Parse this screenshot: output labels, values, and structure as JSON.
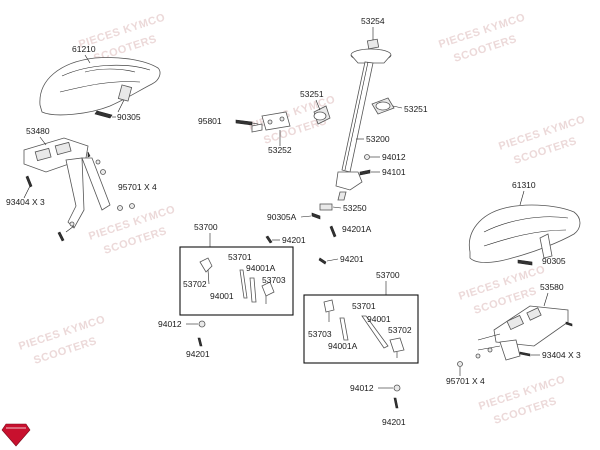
{
  "watermark": {
    "line1": "PIECES KYMCO",
    "line2": "SCOOTERS"
  },
  "labels": {
    "p61210": "61210",
    "p90305_left": "90305",
    "p53480": "53480",
    "p93404_left": "93404 X 3",
    "p95701_left": "95701 X 4",
    "p95801": "95801",
    "p53252": "53252",
    "p53254": "53254",
    "p53251_left": "53251",
    "p53251_right": "53251",
    "p53200": "53200",
    "p94012_top": "94012",
    "p94101": "94101",
    "p90305A": "90305A",
    "p53250": "53250",
    "p94201A": "94201A",
    "p94201_a": "94201",
    "p61310": "61310",
    "p90305_right": "90305",
    "p53580": "53580",
    "p93404_right": "93404 X 3",
    "p95701_right": "95701 X 4",
    "box_left_title": "53700",
    "box_left_53701": "53701",
    "box_left_94001A": "94001A",
    "box_left_53702": "53702",
    "box_left_53703": "53703",
    "box_left_94001": "94001",
    "p94012_left": "94012",
    "p94201_left": "94201",
    "p94201_mid": "94201",
    "box_right_title": "53700",
    "box_right_53701": "53701",
    "box_right_94001": "94001",
    "box_right_53703": "53703",
    "box_right_53702": "53702",
    "box_right_94001A": "94001A",
    "p94012_bottom": "94012",
    "p94201_bottom": "94201"
  },
  "colors": {
    "logo_red": "#c8102e",
    "watermark": "#ecd9d9",
    "line": "#222222"
  }
}
